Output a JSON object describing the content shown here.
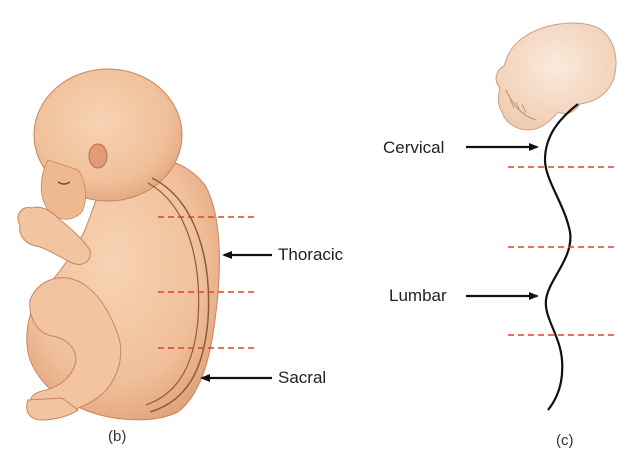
{
  "panels": {
    "b": {
      "caption": "(b)",
      "labels": {
        "thoracic": "Thoracic",
        "sacral": "Sacral"
      }
    },
    "c": {
      "caption": "(c)",
      "labels": {
        "cervical": "Cervical",
        "lumbar": "Lumbar"
      }
    }
  },
  "colors": {
    "skin": "#f0c09a",
    "skin_shadow": "#d99570",
    "skull": "#f6dcc6",
    "spine_line": "#111111",
    "divider_dashes": "#e0402a",
    "arrow": "#111111"
  }
}
